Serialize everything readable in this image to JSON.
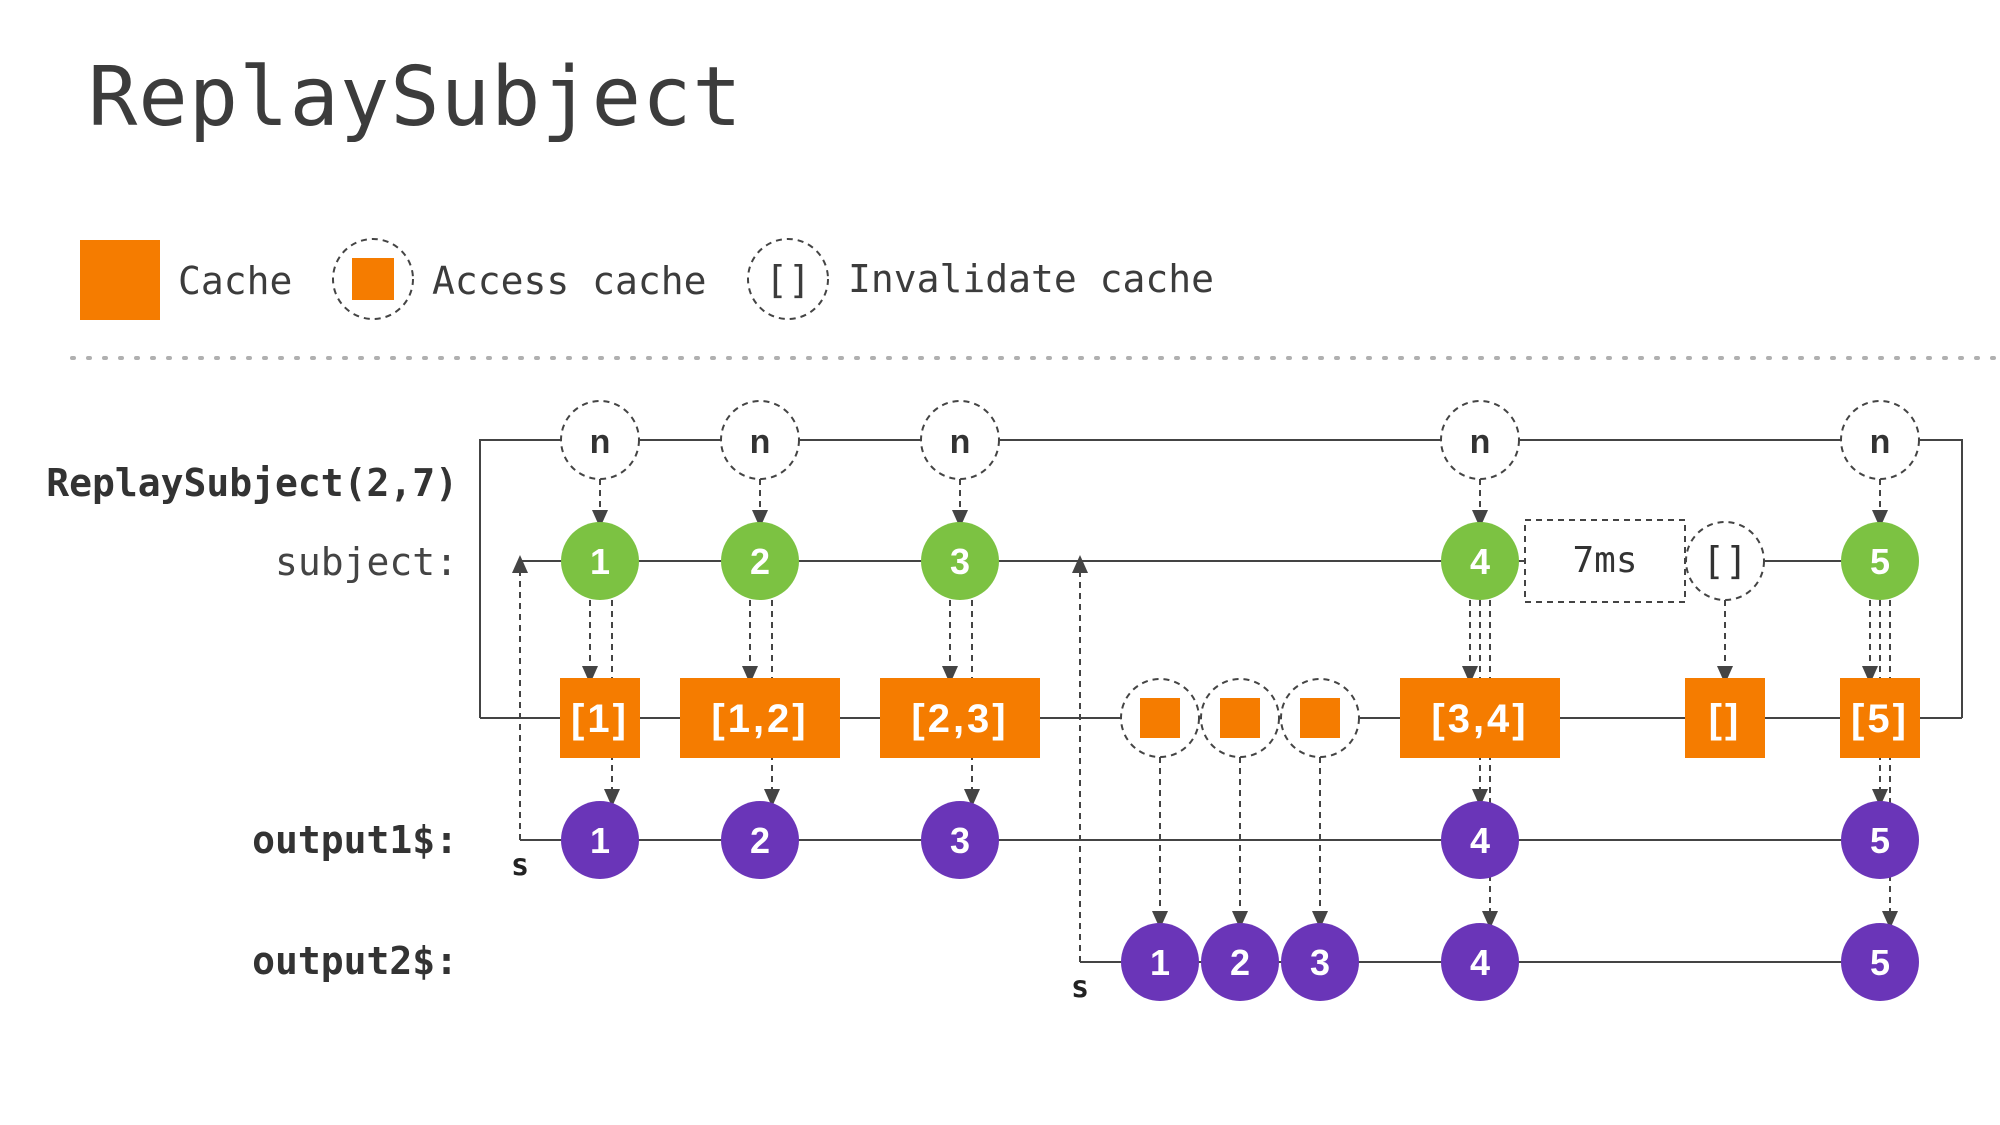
{
  "title": "ReplaySubject",
  "legend": {
    "cache": "Cache",
    "access_cache": "Access cache",
    "invalidate_symbol": "[]",
    "invalidate_cache": "Invalidate cache"
  },
  "labels": {
    "replay_subject": "ReplaySubject(2,7)",
    "subject": "subject:",
    "output1": "output1$:",
    "output2": "output2$:",
    "subscribe_marker": "s",
    "notify": "n",
    "timeout": "7ms",
    "invalidate": "[]"
  },
  "subject_values": [
    "1",
    "2",
    "3",
    "4",
    "5"
  ],
  "cache_states": [
    "[1]",
    "[1,2]",
    "[2,3]",
    "[3,4]",
    "[]",
    "[5]"
  ],
  "output1_values": [
    "1",
    "2",
    "3",
    "4",
    "5"
  ],
  "output2_values": [
    "1",
    "2",
    "3",
    "4",
    "5"
  ],
  "colors": {
    "emission": "#7cc242",
    "cache": "#f57c00",
    "output": "#6a35b8",
    "line": "#444444",
    "text": "#3c3c3c"
  }
}
